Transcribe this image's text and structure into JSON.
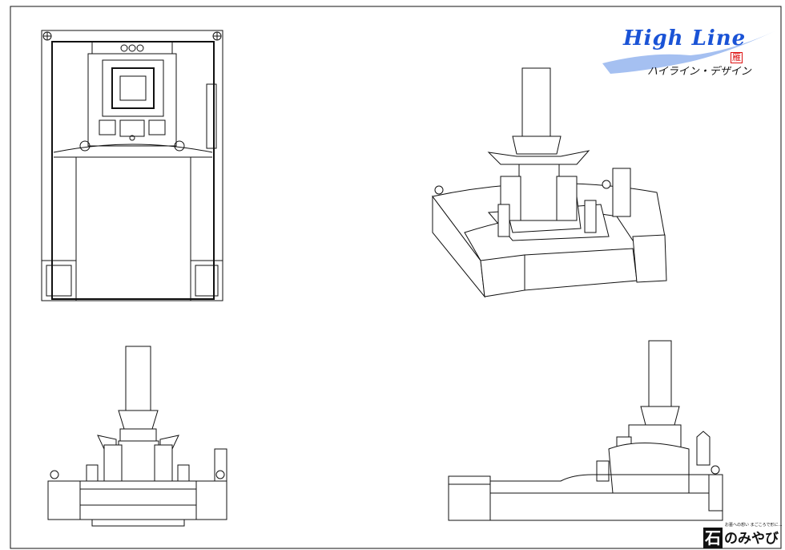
{
  "logo": {
    "title": "High Line",
    "subtitle": "ハイライン・デザイン",
    "seal": "雁"
  },
  "brand": {
    "mark": "石",
    "name": "のみやび",
    "tagline": "お墓への想い まごころで形に…"
  },
  "views": [
    "plan-view",
    "perspective-view",
    "front-elevation",
    "side-elevation"
  ]
}
